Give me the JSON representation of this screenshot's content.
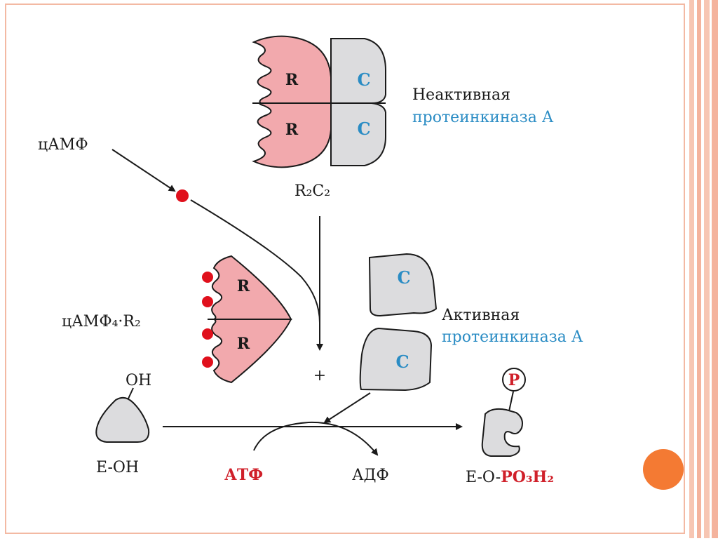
{
  "subunits": {
    "regulatory": "R",
    "catalytic": "C",
    "phosphate": "P",
    "colors": {
      "regulatory_fill": "#f2a9ad",
      "catalytic_fill": "#dcdcde",
      "camp_dot": "#e0101c",
      "accent_circle": "#f47a33"
    }
  },
  "labels": {
    "inactive_line1": "Неактивная",
    "inactive_line2": "протеинкиназа А",
    "active_line1": "Активная",
    "active_line2": "протеинкиназа А",
    "camp": "цАМФ",
    "complex_r2c2": "R₂C₂",
    "complex_camp_r2": "цАМФ₄·R₂",
    "plus": "+",
    "oh": "OH",
    "substrate": "E-OH",
    "atp": "АТФ",
    "adp": "АДФ",
    "product_prefix": "E-O-",
    "product_group": "PO₃H₂"
  }
}
